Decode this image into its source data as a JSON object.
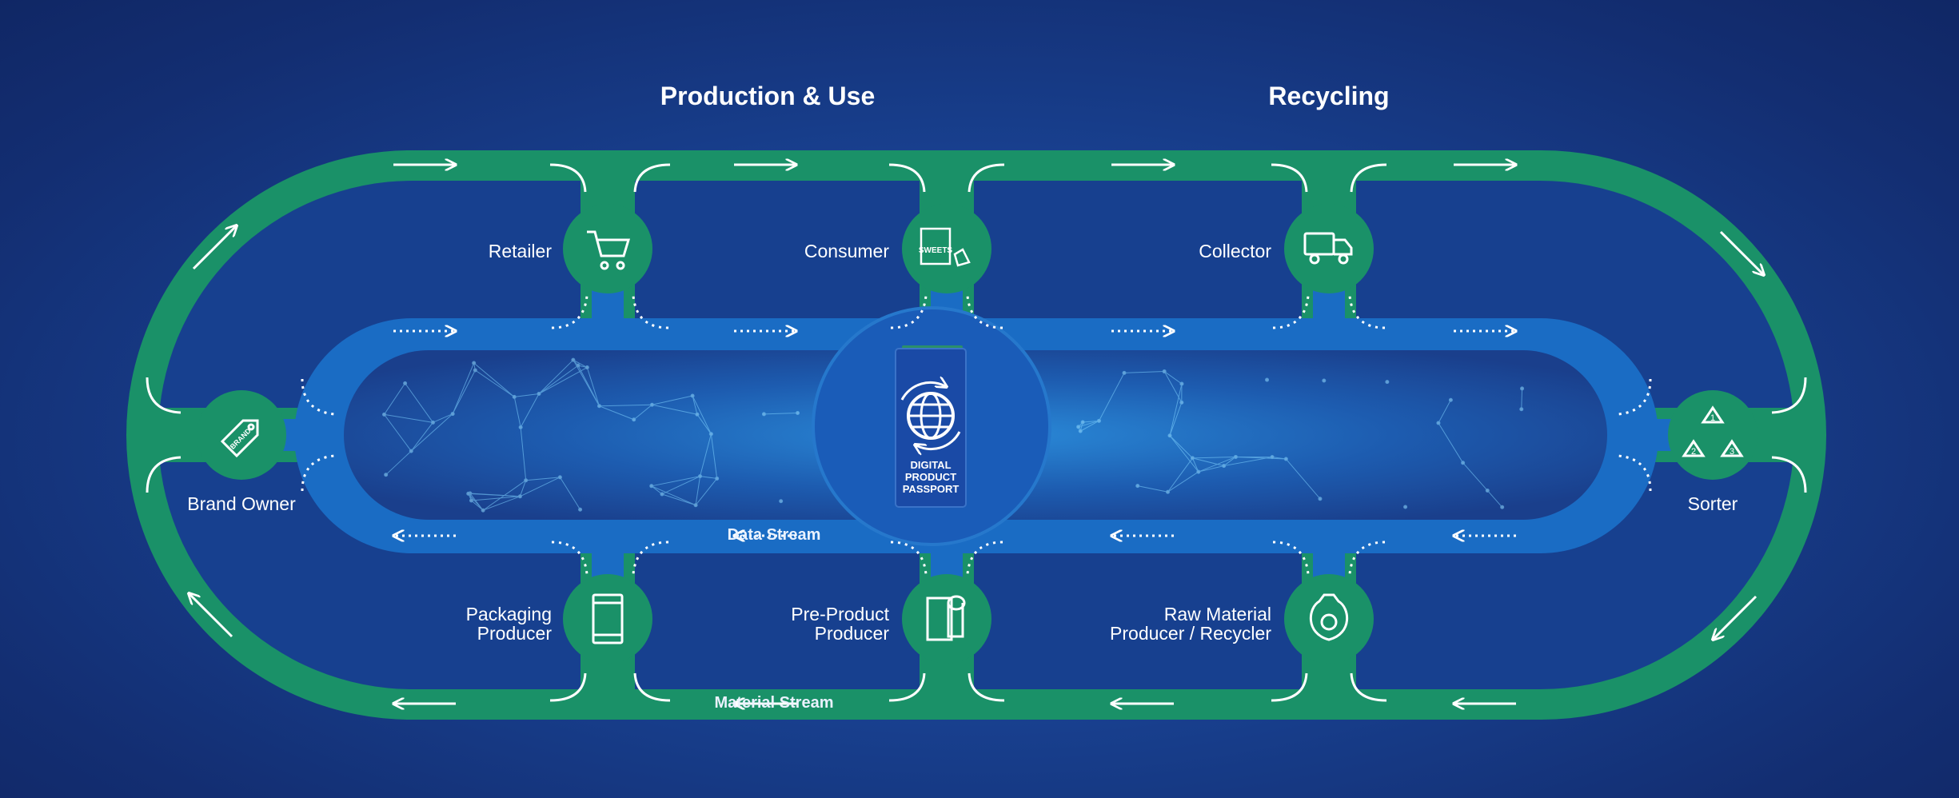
{
  "headings": {
    "production": "Production & Use",
    "recycling": "Recycling"
  },
  "streams": {
    "data": "Data Stream",
    "material": "Material Stream"
  },
  "passport": {
    "label": "DIGITAL PRODUCT PASSPORT",
    "line1": "DIGITAL",
    "line2": "PRODUCT",
    "line3": "PASSPORT"
  },
  "nodes": {
    "retailer": "Retailer",
    "consumer": "Consumer",
    "collector": "Collector",
    "brand_owner": "Brand Owner",
    "sorter": "Sorter",
    "packaging_producer_1": "Packaging",
    "packaging_producer_2": "Producer",
    "pre_product_producer_1": "Pre-Product",
    "pre_product_producer_2": "Producer",
    "raw_material_1": "Raw Material",
    "raw_material_2": "Producer / Recycler"
  },
  "icon_text": {
    "sweets": "SWEETS",
    "brand": "BRAND",
    "recycle_numbers": [
      "1",
      "2",
      "3"
    ]
  },
  "colors": {
    "background": "#16388a",
    "material_loop": "#1a9168",
    "data_loop": "#1a6cc4",
    "node_fill": "#1a9168",
    "inner_panel": "#17408f"
  }
}
